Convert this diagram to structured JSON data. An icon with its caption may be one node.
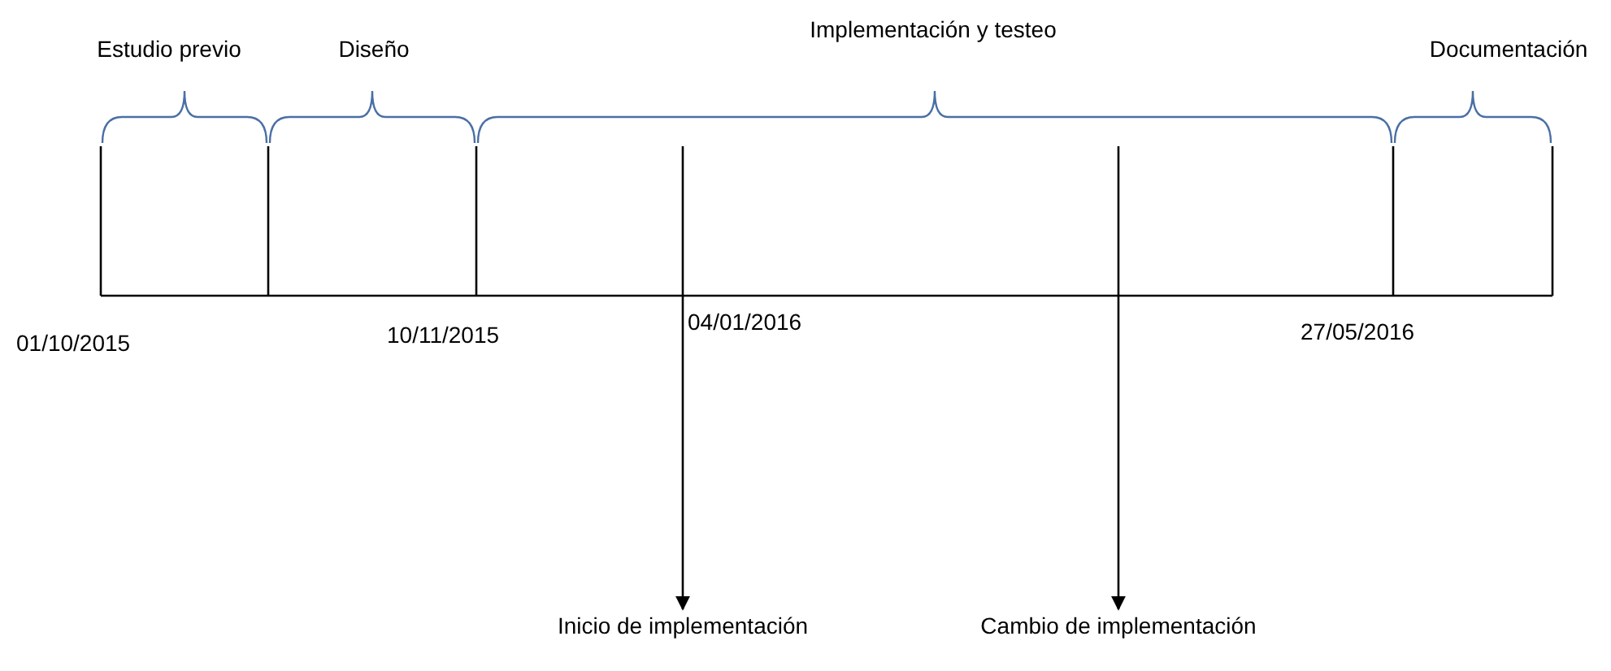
{
  "diagram": {
    "nodes": [
      {
        "text": [
          "Inicio de implementación"
        ]
      },
      {
        "text": [
          "Cambio de implementación"
        ]
      }
    ],
    "edges": [
      {
        "from": null,
        "to": 0,
        "arrow": "to"
      },
      {
        "from": null,
        "to": 1,
        "arrow": "to"
      }
    ],
    "labels": [
      "Estudio previo",
      "Diseño",
      "Implementación y testeo",
      "Documentación",
      "01/10/2015",
      "10/11/2015",
      "04/01/2016",
      "27/05/2016"
    ]
  }
}
